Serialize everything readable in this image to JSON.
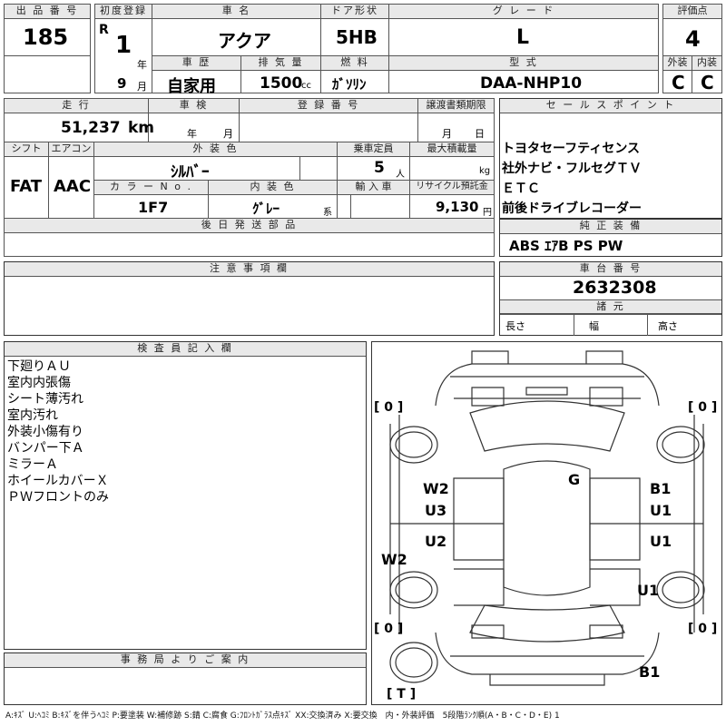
{
  "top": {
    "lot_no": {
      "label": "出 品 番 号",
      "value": "185"
    },
    "first_reg": {
      "label": "初度登録",
      "era": "R",
      "year": "1",
      "year_unit": "年",
      "month": "9",
      "month_unit": "月"
    },
    "car_name": {
      "label": "車 名",
      "value": "アクア"
    },
    "door": {
      "label": "ドア形状",
      "value": "5HB"
    },
    "grade": {
      "label": "グ レ ー ド",
      "value": "L"
    },
    "score": {
      "label": "評価点",
      "value": "4"
    },
    "history": {
      "label": "車 歴",
      "value": "自家用"
    },
    "displacement": {
      "label": "排 気 量",
      "value": "1500",
      "unit": "cc"
    },
    "fuel": {
      "label": "燃 料",
      "value": "ｶﾞｿﾘﾝ"
    },
    "model": {
      "label": "型 式",
      "value": "DAA-NHP10"
    },
    "exterior": {
      "label": "外装",
      "value": "C"
    },
    "interior": {
      "label": "内装",
      "value": "C"
    }
  },
  "mid": {
    "mileage": {
      "label": "走 行",
      "value": "51,237",
      "unit": "km"
    },
    "inspection": {
      "label": "車 検",
      "year_unit": "年",
      "month_unit": "月"
    },
    "reg_no": {
      "label": "登 録 番 号"
    },
    "transfer_deadline": {
      "label": "譲渡書類期限",
      "month_unit": "月",
      "day_unit": "日"
    },
    "shift": {
      "label": "シフト",
      "value": "FAT"
    },
    "aircon": {
      "label": "エアコン",
      "value": "AAC"
    },
    "ext_color": {
      "label": "外 装 色",
      "value": "ｼﾙﾊﾞｰ"
    },
    "capacity": {
      "label": "乗車定員",
      "value": "5",
      "unit": "人"
    },
    "max_load": {
      "label": "最大積載量",
      "unit": "kg"
    },
    "color_no": {
      "label": "カ ラ ー N o .",
      "value": "1F7"
    },
    "int_color": {
      "label": "内 装 色",
      "value": "ｸﾞﾚｰ",
      "unit": "系"
    },
    "import": {
      "label": "輸 入 車"
    },
    "recycle": {
      "label": "リサイクル預託金",
      "value": "9,130",
      "unit": "円"
    }
  },
  "sales_points": {
    "label": "セ ー ル ス ポ イ ン ト",
    "items": [
      "トヨタセーフティセンス",
      "社外ナビ・フルセグＴＶ",
      "ＥＴＣ",
      "前後ドライブレコーダー"
    ]
  },
  "later_parts": {
    "label": "後 日 発 送 部 品"
  },
  "genuine_equipment": {
    "label": "純 正 装 備",
    "value": "ABS ｴｱB PS PW"
  },
  "notes": {
    "label": "注 意 事 項 欄"
  },
  "chassis": {
    "label": "車 台 番 号",
    "value": "2632308"
  },
  "specs": {
    "label": "諸 元",
    "length": "長さ",
    "width": "幅",
    "height": "高さ"
  },
  "inspector": {
    "label": "検 査 員 記 入 欄",
    "lines": [
      "下廻りＡＵ",
      "室内内張傷",
      "シート薄汚れ",
      "室内汚れ",
      "外装小傷有り",
      "バンパー下Ａ",
      "ミラーＡ",
      "ホイールカバーＸ",
      "ＰＷフロントのみ"
    ]
  },
  "office": {
    "label": "事 務 局 よ り ご 案 内"
  },
  "diagram": {
    "tire_tl": "[ 0 ]",
    "tire_tr": "[ 0 ]",
    "tire_bl": "[ 0 ]",
    "tire_br": "[ 0 ]",
    "spare": "[ T ]",
    "marks": {
      "g": "G",
      "w2_left_door": "W2",
      "u3": "U3",
      "u2": "U2",
      "w2_side": "W2",
      "b1_right": "B1",
      "u1_right_front": "U1",
      "u1_right_rear": "U1",
      "u1_right_qtr": "U1",
      "b1_rear": "B1"
    }
  },
  "legend": "A:ｷｽﾞ U:ﾍｺﾐ B:ｷｽﾞを伴うﾍｺﾐ P:要塗装 W:補修跡 S:錆 C:腐食 G:ﾌﾛﾝﾄｶﾞﾗｽ点ｷｽﾞ XX:交換済み X:要交換　内・外装評価　5段階ﾗﾝｸ順(A・B・C・D・E) 1"
}
